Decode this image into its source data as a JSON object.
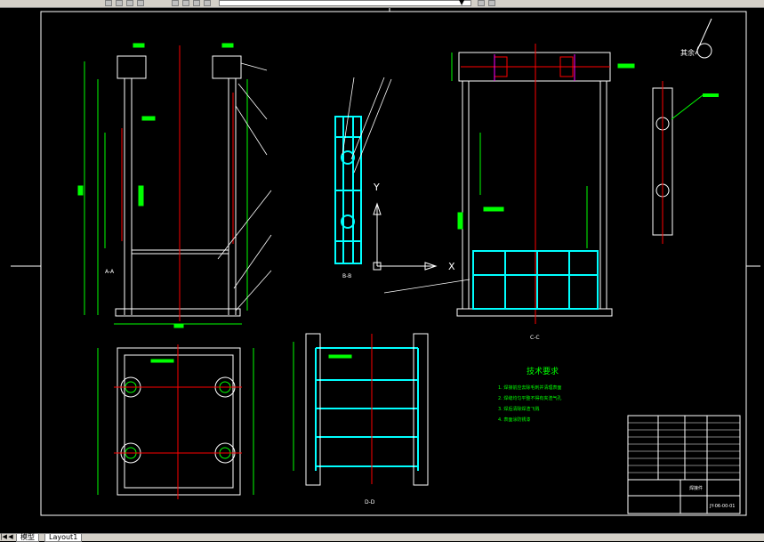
{
  "toolbar": {
    "layer_dropdown_value": "",
    "dropdown_arrow": "▼"
  },
  "drawing": {
    "tech_title": "技术要求",
    "tech_items": [
      "1. 焊接前应去除毛刺并清理表面",
      "2. 焊缝均匀平整不得有夹渣气孔",
      "3. 焊后清除焊渣飞溅",
      "4. 表面涂防锈漆"
    ],
    "view_labels": [
      "A-A",
      "B-B",
      "C-C",
      "D-D"
    ],
    "axis_x": "X",
    "axis_y": "Y",
    "surface_note": "其余",
    "title_block_name": "焊接件",
    "title_block_code": "JY-06-00-01"
  },
  "tabs": {
    "nav_first": "|◀",
    "nav_prev": "◀",
    "model": "模型",
    "layout1": "Layout1"
  },
  "colors": {
    "background": "#000000",
    "white": "#ffffff",
    "green": "#00ff00",
    "cyan": "#00ffff",
    "red": "#ff0000",
    "magenta": "#ff00ff"
  }
}
